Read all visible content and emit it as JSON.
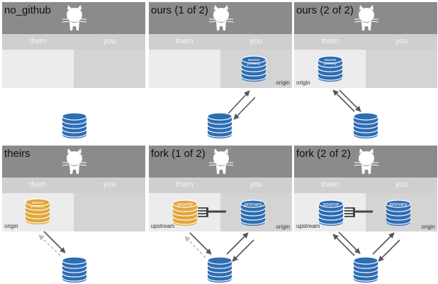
{
  "colors": {
    "blue": "#2e6db4",
    "gold": "#e2a63a",
    "header": "#8b8b8b",
    "labels": "#cfcfcf",
    "them_bg": "#ececec",
    "you_bg": "#d4d4d4"
  },
  "columns": {
    "them": "them",
    "you": "you"
  },
  "panels": [
    {
      "title": "no_github"
    },
    {
      "title": "ours (1 of 2)",
      "repo_top": "source",
      "repo_bottom": "primary",
      "tag": "origin"
    },
    {
      "title": "ours (2 of 2)",
      "repo_top": "source",
      "repo_bottom": "primary",
      "tag": "origin"
    },
    {
      "title": "theirs",
      "repo_top": "source",
      "repo_bottom": "primary",
      "tag": "origin"
    },
    {
      "title": "fork (1 of 2)",
      "left_repo": "source",
      "right_repo": "primary",
      "tag_left": "upstream",
      "tag_right": "origin"
    },
    {
      "title": "fork (2 of 2)",
      "left_repo": "source",
      "right_repo": "primary",
      "tag_left": "upstream",
      "tag_right": "origin"
    }
  ],
  "icons": {
    "logo": "github-octocat-icon",
    "repo": "repo-stack-icon",
    "fork": "fork-icon",
    "arrow": "arrow-icon"
  }
}
